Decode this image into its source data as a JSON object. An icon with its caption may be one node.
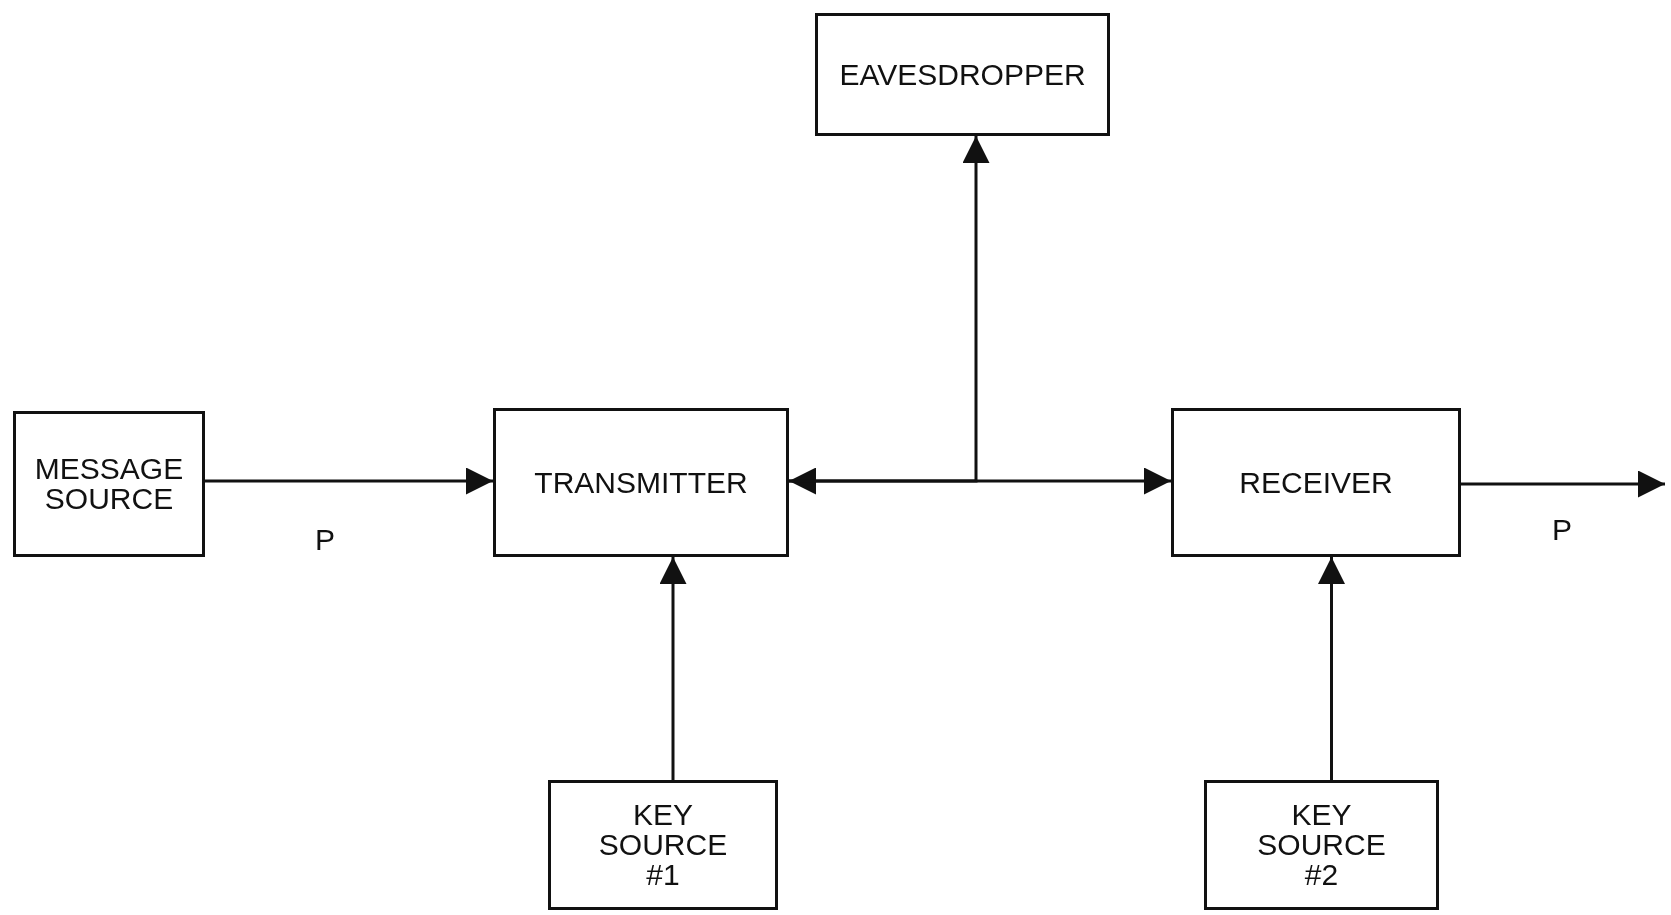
{
  "diagram": {
    "nodes": [
      {
        "text": [
          "EAVESDROPPER"
        ]
      },
      {
        "text": [
          "MESSAGE SOURCE"
        ]
      },
      {
        "text": [
          "TRANSMITTER"
        ]
      },
      {
        "text": [
          "RECEIVER"
        ]
      },
      {
        "text": [
          "KEY SOURCE #1"
        ]
      },
      {
        "text": [
          "KEY SOURCE #2"
        ]
      }
    ],
    "edges": [
      {
        "from": 1,
        "to": 2,
        "arrow": "to",
        "label": "P"
      },
      {
        "from": 2,
        "to": 3,
        "arrow": "both"
      },
      {
        "from": 2,
        "to": 0,
        "arrow": "to"
      },
      {
        "from": 3,
        "to": null,
        "arrow": "to",
        "label": "P"
      },
      {
        "from": 4,
        "to": 2,
        "arrow": "to"
      },
      {
        "from": 5,
        "to": 3,
        "arrow": "to"
      }
    ]
  }
}
